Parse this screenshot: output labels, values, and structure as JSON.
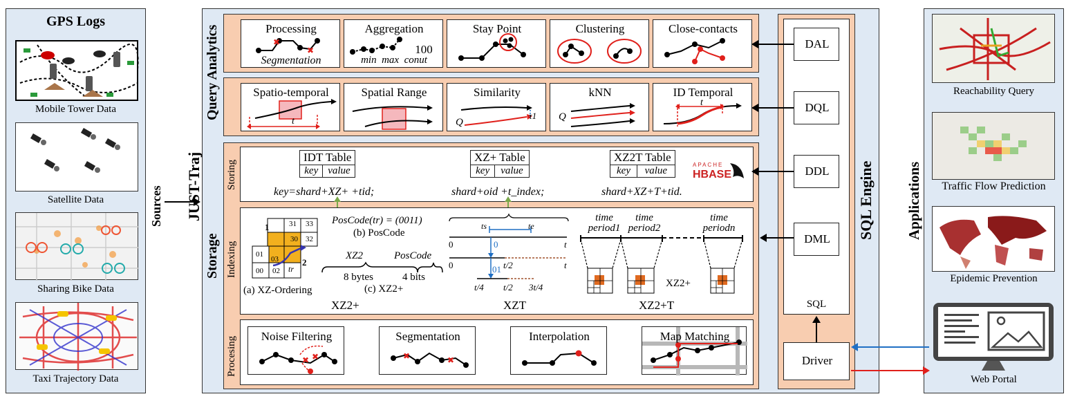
{
  "sources": {
    "title": "GPS Logs",
    "items": [
      "Mobile Tower Data",
      "Satellite Data",
      "Sharing Bike Data",
      "Taxi Trajectory Data"
    ],
    "arrow_label": "Sources"
  },
  "system_name": "JUST-Traj",
  "query_analytics": {
    "label": "Query Analytics",
    "row1": [
      {
        "title": "Processing",
        "sub": "Segmentation"
      },
      {
        "title": "Aggregation",
        "sub": "min  max  conut",
        "extra": "100"
      },
      {
        "title": "Stay Point"
      },
      {
        "title": "Clustering"
      },
      {
        "title": "Close-contacts"
      }
    ],
    "row2": [
      {
        "title": "Spatio-temporal",
        "t": "t"
      },
      {
        "title": "Spatial Range"
      },
      {
        "title": "Similarity",
        "q": "Q",
        "tau": "τ1"
      },
      {
        "title": "kNN",
        "q": "Q"
      },
      {
        "title": "ID Temporal",
        "t": "t"
      }
    ]
  },
  "storage": {
    "label": "Storage",
    "storing": {
      "label": "Storing",
      "tables": [
        {
          "name": "IDT Table",
          "key": "key",
          "value": "value",
          "formula": "key=shard+XZ+ +tid;"
        },
        {
          "name": "XZ+ Table",
          "key": "key",
          "value": "value",
          "formula": "shard+oid +t_index;"
        },
        {
          "name": "XZ2T Table",
          "key": "key",
          "value": "value",
          "formula": "shard+XZ+T+tid."
        }
      ],
      "hbase": "HBASE",
      "apache": "APACHE"
    },
    "indexing": {
      "label": "Indexing",
      "poscode_eq": "PosCode(tr) = (0011)",
      "poscode_cap": "(b) PosCode",
      "xzorder_cap": "(a) XZ-Ordering",
      "xz2plus_cap": "(c) XZ2+",
      "xz2": "XZ2",
      "poscode": "PosCode",
      "bytes": "8 bytes",
      "bits": "4 bits",
      "grid_cells": [
        "31",
        "33",
        "30",
        "32",
        "01",
        "03",
        "2",
        "00",
        "02"
      ],
      "tr": "tr",
      "one": "1",
      "xzt_labels": {
        "ts": "ts",
        "te": "te",
        "zero_a": "0",
        "t_a": "t",
        "zero_b": "0",
        "t_b": "t",
        "code0": "0",
        "code01": "01",
        "t2a": "t/2",
        "t4": "t/4",
        "t2b": "t/2",
        "t34": "3t/4"
      },
      "periods": [
        "time period1",
        "time period2",
        "time periodn"
      ],
      "xz2plus_small": "XZ2+",
      "bottom": [
        "XZ2+",
        "XZT",
        "XZ2+T"
      ]
    },
    "processing": {
      "label": "Procesing",
      "items": [
        "Noise Filtering",
        "Segmentation",
        "Interpolation",
        "Map Matching"
      ]
    }
  },
  "sql_engine": {
    "label": "SQL Engine",
    "items": [
      "DAL",
      "DQL",
      "DDL",
      "DML"
    ],
    "sql": "SQL",
    "driver": "Driver"
  },
  "applications": {
    "label": "Applications",
    "items": [
      "Reachability Query",
      "Traffic Flow Prediction",
      "Epidemic Prevention",
      "Web Portal"
    ]
  },
  "colors": {
    "panel": "#dfe9f4",
    "salmon": "#f8cdb0",
    "red": "#e0201b",
    "blue": "#1f6fc4",
    "green": "#7aa84a",
    "orange": "#f2b01e"
  }
}
